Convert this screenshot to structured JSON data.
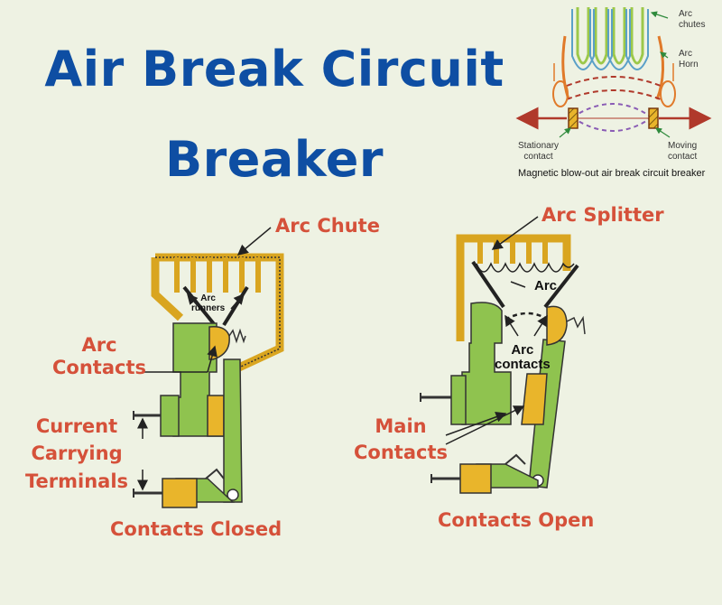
{
  "title": {
    "line1": "Air Break Circuit",
    "line2": "Breaker"
  },
  "inset": {
    "arc_chutes": "Arc\nchutes",
    "arc_horn": "Arc\nHorn",
    "stationary_contact": "Stationary\ncontact",
    "moving_contact": "Moving\ncontact",
    "caption": "Magnetic blow-out air break circuit breaker"
  },
  "closed": {
    "arc_chute": "Arc Chute",
    "arc_runners": "Arc\nrunners",
    "arc_contacts": "Arc\nContacts",
    "current_carrying_terminals": "Current\nCarrying\nTerminals",
    "caption": "Contacts Closed"
  },
  "open": {
    "arc_splitter": "Arc Splitter",
    "arc": "Arc",
    "arc_contacts": "Arc\ncontacts",
    "main_contacts": "Main\nContacts",
    "caption": "Contacts Open"
  },
  "colors": {
    "title": "#0e4ea3",
    "label": "#d5513a",
    "background": "#eef2e3",
    "green": "#8fc34f",
    "gold": "#e9b52b"
  }
}
